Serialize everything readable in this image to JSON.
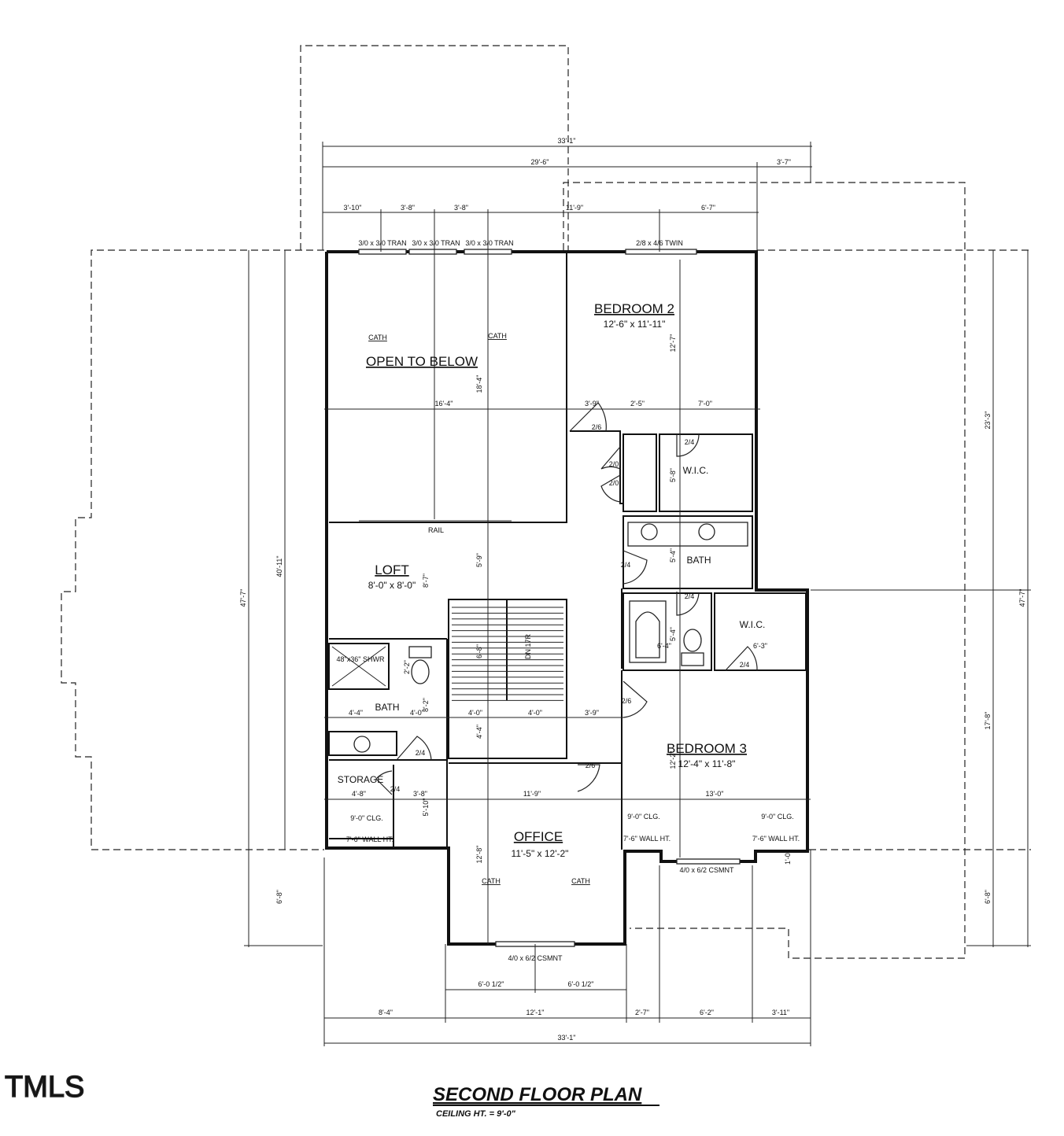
{
  "rooms": {
    "open_to_below": "OPEN TO BELOW",
    "bedroom2": "BEDROOM 2",
    "bedroom2_size": "12'-6\" x 11'-11\"",
    "wic_top": "W.I.C.",
    "bath_upper": "BATH",
    "loft": "LOFT",
    "loft_size": "8'-0\" x 8'-0\"",
    "bath_left": "BATH",
    "wic_right": "W.I.C.",
    "bedroom3": "BEDROOM 3",
    "bedroom3_size": "12'-4\" x 11'-8\"",
    "storage": "STORAGE",
    "office": "OFFICE",
    "office_size": "11'-5\" x 12'-2\""
  },
  "labels": {
    "win1": "3/0 x 3/0 TRAN",
    "win2": "3/0 x 3/0 TRAN",
    "win3": "3/0 x 3/0 TRAN",
    "win_twin": "2/8 x 4/6 TWIN",
    "cath1": "CATH",
    "cath2": "CATH",
    "cath3": "CATH",
    "cath4": "CATH",
    "rail": "RAIL",
    "shower": "48\"x36\" SHWR",
    "stairs": "DN 17R",
    "csmnt_office": "4/0 x 6/2 CSMNT",
    "csmnt_bed3": "4/0 x 6/2 CSMNT",
    "clg_storage": "9'-0\" CLG.",
    "wallht_storage": "7'-6\" WALL HT.",
    "clg_b3_left": "9'-0\" CLG.",
    "wallht_b3_left": "7'-6\" WALL HT.",
    "clg_b3_right": "9'-0\" CLG.",
    "wallht_b3_right": "7'-6\" WALL HT.",
    "door_26_a": "2/6",
    "door_20_a": "2/0",
    "door_20_b": "2/0",
    "door_24_wic": "2/4",
    "door_24_bath": "2/4",
    "door_24_bath2": "2/4",
    "door_24_wic2": "2/4",
    "door_26_b": "2/6",
    "door_24_bathL": "2/4",
    "door_24_stor": "2/4",
    "door_26_office": "2/6"
  },
  "dimensions": {
    "top_total": "33'-1\"",
    "top_a": "29'-6\"",
    "top_b": "3'-7\"",
    "top_c1": "3'-10\"",
    "top_c2": "3'-8\"",
    "top_c3": "3'-8\"",
    "top_c4": "11'-9\"",
    "top_c5": "6'-7\"",
    "d_16_4": "16'-4\"",
    "d_18_4": "18'-4\"",
    "d_12_7": "12'-7\"",
    "d_3_9a": "3'-9\"",
    "d_2_5": "2'-5\"",
    "d_7_0": "7'-0\"",
    "d_5_8": "5'-8\"",
    "d_5_4a": "5'-4\"",
    "d_5_9": "5'-9\"",
    "d_8_7": "8'-7\"",
    "d_6_8": "6'-8\"",
    "d_6_4a": "6'-4\"",
    "d_5_4b": "5'-4\"",
    "d_6_3": "6'-3\"",
    "d_2_2": "2'-2\"",
    "d_8_2": "8'-2\"",
    "d_4_4a": "4'-4\"",
    "d_4_0a": "4'-0\"",
    "d_4_0b": "4'-0\"",
    "d_4_0c": "4'-0\"",
    "d_3_9b": "3'-9\"",
    "d_4_4b": "4'-4\"",
    "d_4_8": "4'-8\"",
    "d_3_8": "3'-8\"",
    "d_5_10": "5'-10\"",
    "d_11_9": "11'-9\"",
    "d_13_0": "13'-0\"",
    "d_12_2": "12'-2\"",
    "d_12_8": "12'-8\"",
    "d_1_0": "1'-0\"",
    "left_40_11": "40'-11\"",
    "left_47_7": "47'-7\"",
    "left_6_8": "6'-8\"",
    "right_23_3": "23'-3\"",
    "right_47_7": "47'-7\"",
    "right_17_8": "17'-8\"",
    "right_6_8": "6'-8\"",
    "bot_6_0a": "6'-0 1/2\"",
    "bot_6_0b": "6'-0 1/2\"",
    "bot_8_4": "8'-4\"",
    "bot_12_1": "12'-1\"",
    "bot_2_7": "2'-7\"",
    "bot_6_2": "6'-2\"",
    "bot_3_11": "3'-11\"",
    "bot_total": "33'-1\""
  },
  "title": "SECOND FLOOR PLAN",
  "subtitle": "CEILING HT. = 9'-0\"",
  "logo": "TMLS"
}
